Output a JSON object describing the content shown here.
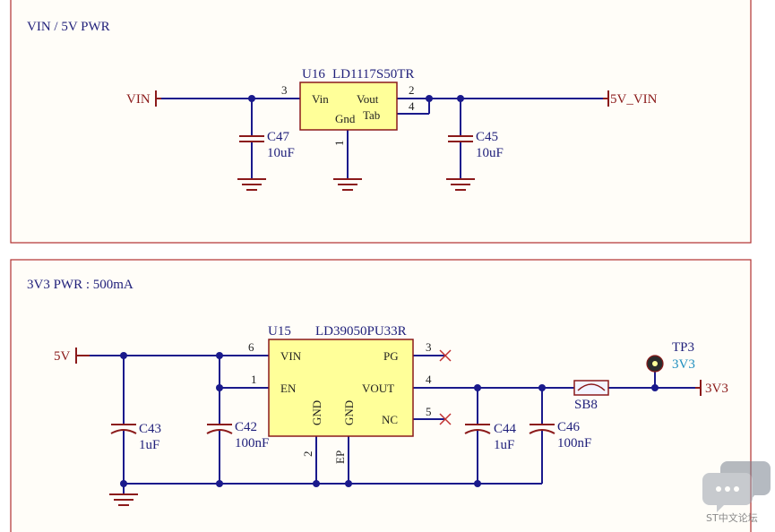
{
  "sections": {
    "top_title": "VIN / 5V PWR",
    "bottom_title": "3V3 PWR : 500mA"
  },
  "u16": {
    "designator": "U16",
    "part": "LD1117S50TR",
    "pins": {
      "vin": "Vin",
      "vout": "Vout",
      "gnd": "Gnd",
      "tab": "Tab"
    },
    "pin_numbers": {
      "vin": "3",
      "vout": "2",
      "tab": "4",
      "gnd": "1"
    }
  },
  "top_nets": {
    "vin": "VIN",
    "v5": "5V_VIN"
  },
  "top_caps": [
    {
      "name": "C47",
      "value": "10uF"
    },
    {
      "name": "C45",
      "value": "10uF"
    }
  ],
  "u15": {
    "designator": "U15",
    "part": "LD39050PU33R",
    "pins": {
      "vin": "VIN",
      "en": "EN",
      "pg": "PG",
      "vout": "VOUT",
      "nc": "NC",
      "gnd1": "GND",
      "gnd2": "GND",
      "ep": "EP"
    },
    "pin_numbers": {
      "vin": "6",
      "en": "1",
      "pg": "3",
      "vout": "4",
      "nc": "5",
      "gnd": "2"
    }
  },
  "bottom_nets": {
    "v5": "5V",
    "v3": "3V3"
  },
  "bottom_caps": [
    {
      "name": "C43",
      "value": "1uF"
    },
    {
      "name": "C42",
      "value": "100nF"
    },
    {
      "name": "C44",
      "value": "1uF"
    },
    {
      "name": "C46",
      "value": "100nF"
    }
  ],
  "sb8": {
    "name": "SB8"
  },
  "tp3": {
    "name": "TP3",
    "net": "3V3"
  },
  "watermark": {
    "text": "ST中文论坛",
    "icon": "chat-bubble-icon"
  },
  "colors": {
    "wire": "#1a1a8c",
    "part": "#8b1a1a",
    "ic_fill": "#ffff99"
  }
}
